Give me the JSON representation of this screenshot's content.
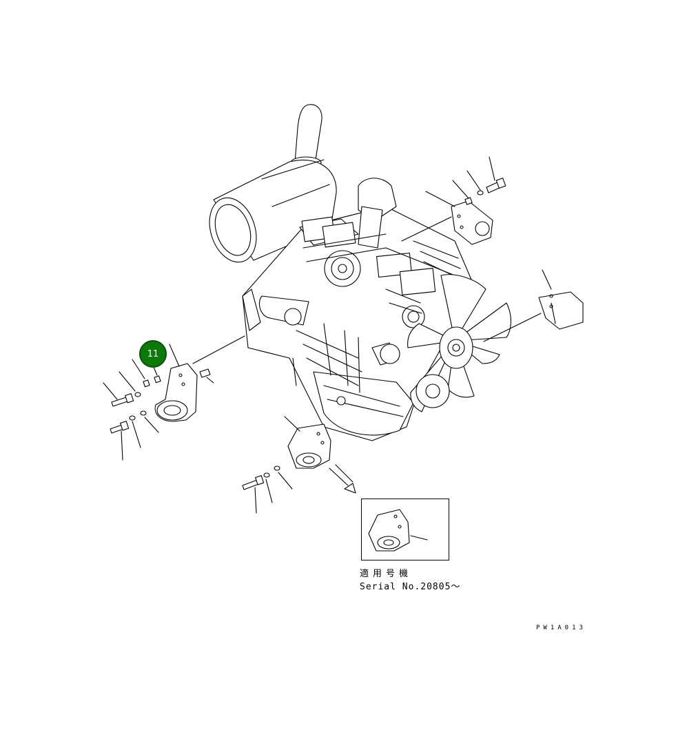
{
  "diagram": {
    "callout": {
      "number": "11",
      "color": "#0b7a0b"
    },
    "applicability_label": "適用号機",
    "serial_label": "Serial No.20805～",
    "drawing_code": "PW1A013"
  }
}
